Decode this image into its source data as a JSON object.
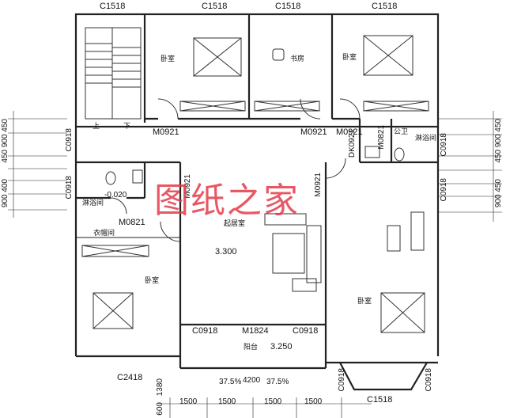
{
  "watermark": "图纸之家",
  "window_tags": {
    "top_left": "C1518",
    "top_2": "C1518",
    "top_3": "C1518",
    "top_right": "C1518",
    "bottom_left": "C2418",
    "bottom_bay": "C1518",
    "bay_left": "C0918",
    "bay_right": "C0918",
    "left_1": "C0918",
    "left_2": "C0918",
    "right_1": "C0918",
    "right_2": "C0918",
    "balcony_left": "C0918",
    "balcony_right": "C0918"
  },
  "door_tags": {
    "bed1": "M0921",
    "study": "M0921",
    "bed2": "M0921",
    "bath_left": "M0821",
    "living_left": "M0921",
    "living_right": "M0921",
    "public_wc": "M0821",
    "dk": "DK0921",
    "balcony": "M1824"
  },
  "rooms": {
    "bed_top_left": "卧室",
    "study": "书房",
    "bed_top_right": "卧室",
    "bath_left": "淋浴间",
    "public_wc": "公卫",
    "shower_right": "淋浴间",
    "closet": "衣帽间",
    "living": "起居室",
    "bed_bottom_left": "卧室",
    "bed_bottom_right": "卧室",
    "balcony": "阳台"
  },
  "stair_labels": {
    "up": "上",
    "down": "下"
  },
  "elevations": {
    "bath": "-0.020",
    "living": "3.300",
    "balcony": "3.250"
  },
  "dims": {
    "left_col": "450 900 450",
    "left_col_2": "900 400",
    "right_col": "450 900 450",
    "right_col_2": "900 450",
    "bottom_left_v": "1380",
    "bottom_left_v2": "600",
    "bottom_pct_l": "37.5%",
    "bottom_mid": "4200",
    "bottom_pct_r": "37.5%",
    "bottom_1": "1500",
    "bottom_2": "1500",
    "bottom_3": "1500",
    "bottom_4": "1500"
  },
  "colors": {
    "line": "#222222",
    "watermark": "#e43a4a"
  }
}
